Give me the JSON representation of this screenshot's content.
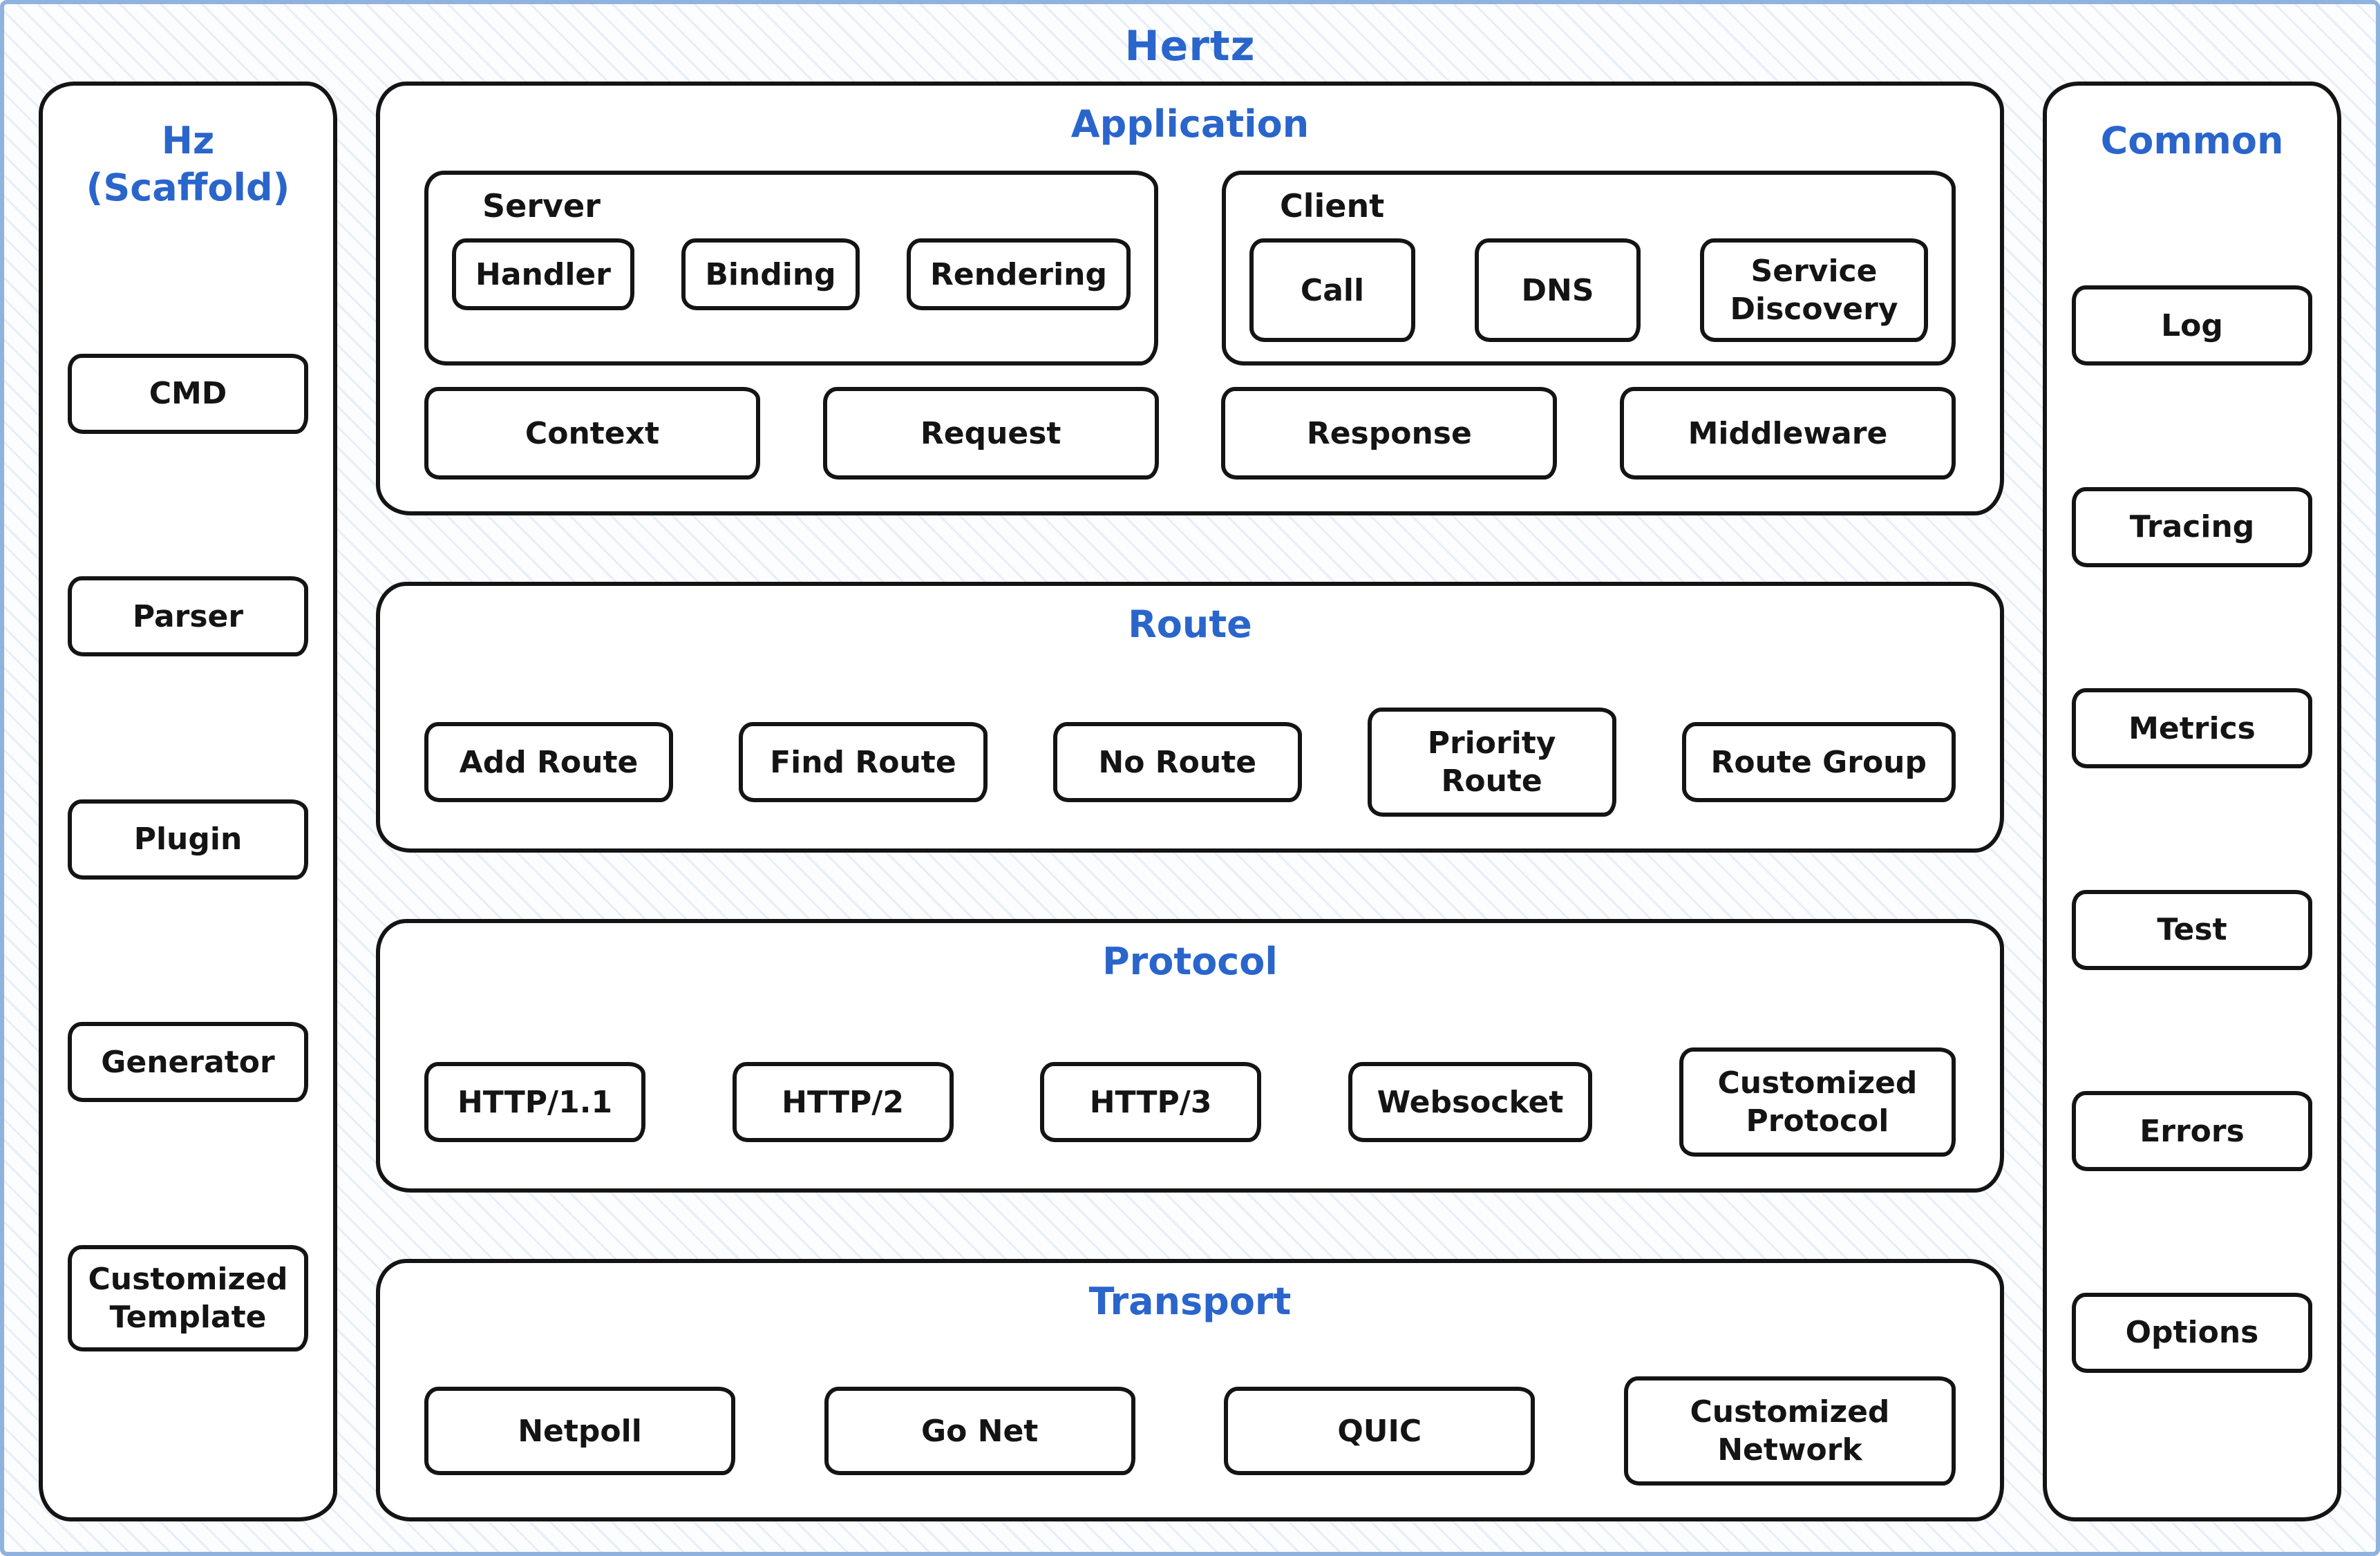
{
  "title": "Hertz",
  "colors": {
    "accent": "#2a65cc",
    "node_border": "#141414",
    "outer_border": "#8fb2de",
    "hatch": "#92b4de"
  },
  "left_panel": {
    "title": "Hz (Scaffold)",
    "items": [
      "CMD",
      "Parser",
      "Plugin",
      "Generator",
      "Customized Template"
    ]
  },
  "right_panel": {
    "title": "Common",
    "items": [
      "Log",
      "Tracing",
      "Metrics",
      "Test",
      "Errors",
      "Options"
    ]
  },
  "application": {
    "title": "Application",
    "server": {
      "title": "Server",
      "items": [
        "Handler",
        "Binding",
        "Rendering"
      ]
    },
    "client": {
      "title": "Client",
      "items": [
        "Call",
        "DNS",
        "Service Discovery"
      ]
    },
    "row": [
      "Context",
      "Request",
      "Response",
      "Middleware"
    ]
  },
  "route": {
    "title": "Route",
    "items": [
      "Add Route",
      "Find Route",
      "No Route",
      "Priority Route",
      "Route Group"
    ]
  },
  "protocol": {
    "title": "Protocol",
    "items": [
      "HTTP/1.1",
      "HTTP/2",
      "HTTP/3",
      "Websocket",
      "Customized Protocol"
    ]
  },
  "transport": {
    "title": "Transport",
    "items": [
      "Netpoll",
      "Go Net",
      "QUIC",
      "Customized Network"
    ]
  }
}
